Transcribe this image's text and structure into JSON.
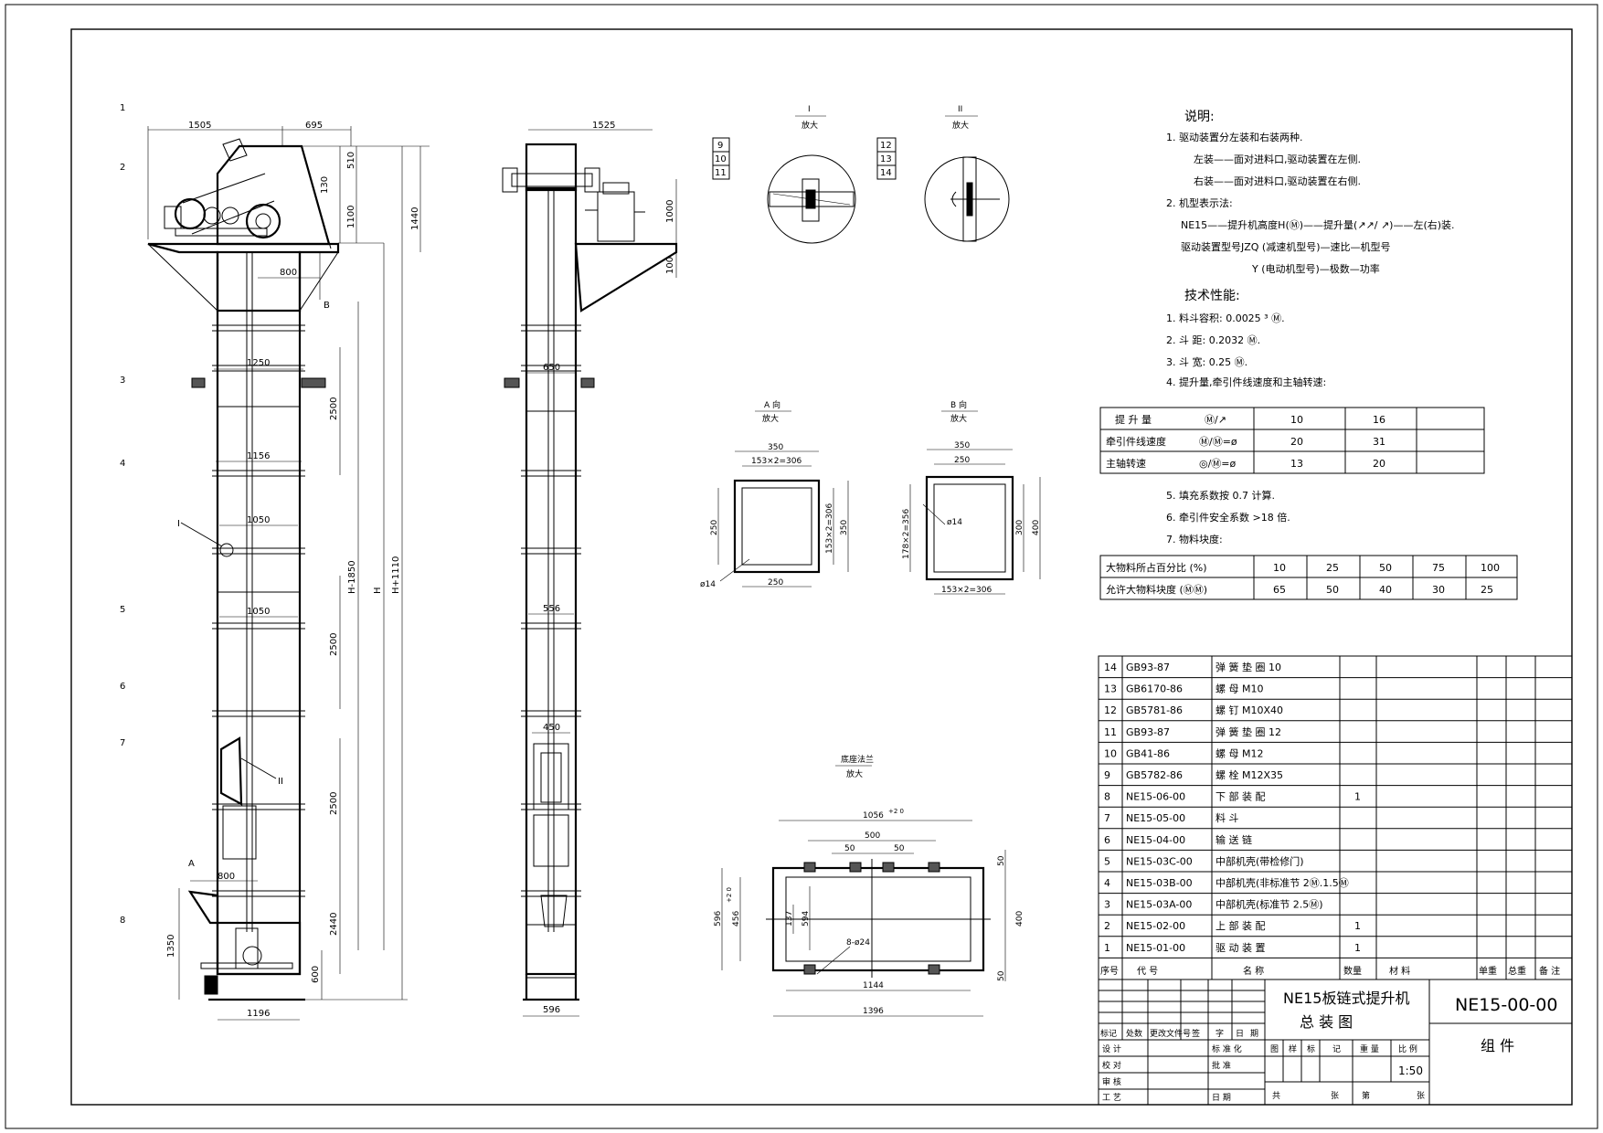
{
  "zones": [
    "1",
    "2",
    "3",
    "4",
    "5",
    "6",
    "7",
    "8"
  ],
  "front_view": {
    "dims": {
      "top_left": "1505",
      "top_right": "695",
      "d510": "510",
      "d1100": "1100",
      "d1440": "1440",
      "d130": "130",
      "d800a": "800",
      "d1250": "1250",
      "d1156": "1156",
      "d1050a": "1050",
      "d1050b": "1050",
      "d2500a": "2500",
      "d2500b": "2500",
      "d2500c": "2500",
      "h1850": "H-1850",
      "h": "H",
      "h1110": "H+1110",
      "d2440": "2440",
      "d600": "600",
      "d1350": "1350",
      "d800b": "800",
      "d1196": "1196"
    },
    "labels": {
      "b": "B",
      "a": "A",
      "i": "I",
      "ii": "II"
    }
  },
  "side_view": {
    "dims": {
      "d1525": "1525",
      "d1000": "1000",
      "d100": "100",
      "d650": "650",
      "d556": "556",
      "d450": "450",
      "d596": "596"
    }
  },
  "detail_i": {
    "title": "I",
    "sub": "放大"
  },
  "detail_ii": {
    "title": "II",
    "sub": "放大"
  },
  "callouts_left": [
    "9",
    "10",
    "11"
  ],
  "callouts_right": [
    "12",
    "13",
    "14"
  ],
  "view_a": {
    "title": "A 向",
    "sub": "放大",
    "d350": "350",
    "d153": "153×2=306",
    "d250v": "250",
    "d153v": "153×2=306",
    "d350v": "350",
    "d250b": "250",
    "hole": "ø14"
  },
  "view_b": {
    "title": "B 向",
    "sub": "放大",
    "d350": "350",
    "d250": "250",
    "d178": "178×2=356",
    "d300": "300",
    "d400": "400",
    "d153b": "153×2=306",
    "hole": "ø14"
  },
  "flange": {
    "title": "底座法兰",
    "sub": "放大",
    "d1056": "1056",
    "d1056tol": "+2 0",
    "d500": "500",
    "d50a": "50",
    "d50b": "50",
    "d596": "596",
    "d456": "456",
    "d456tol": "+2 0",
    "d137": "137",
    "d594": "594",
    "holes": "8-ø24",
    "d1144": "1144",
    "d1396": "1396",
    "r50a": "50",
    "r400": "400",
    "r50b": "50"
  },
  "notes": {
    "heading": "说明:",
    "lines": [
      "1. 驱动装置分左装和右装两种.",
      "左装——面对进料口,驱动装置在左侧.",
      "右装——面对进料口,驱动装置在右侧.",
      "2. 机型表示法:",
      "NE15——提升机高度H(Ⓜ)——提升量(↗↗/ ↗)——左(右)装.",
      "驱动装置型号JZQ (减速机型号)—速比—机型号",
      "Y (电动机型号)—极数—功率"
    ],
    "tech_heading": "技术性能:",
    "tech": [
      "1. 料斗容积: 0.0025 ³ Ⓜ.",
      "2. 斗 距: 0.2032 Ⓜ.",
      "3. 斗 宽: 0.25 Ⓜ.",
      "4. 提升量,牵引件线速度和主轴转速:"
    ],
    "tech2": [
      "5. 填充系数按 0.7 计算.",
      "6. 牵引件安全系数 >18 倍.",
      "7. 物料块度:"
    ]
  },
  "perf_table": {
    "rows": [
      {
        "label": "提 升 量",
        "unit": "Ⓜ/↗",
        "v": [
          "10",
          "16",
          ""
        ]
      },
      {
        "label": "牵引件线速度",
        "unit": "Ⓜ/Ⓜ=ø",
        "v": [
          "20",
          "31",
          ""
        ]
      },
      {
        "label": "主轴转速",
        "unit": "◎/Ⓜ=ø",
        "v": [
          "13",
          "20",
          ""
        ]
      }
    ]
  },
  "lump_table": {
    "rows": [
      {
        "label": "大物料所占百分比 (%)",
        "v": [
          "10",
          "25",
          "50",
          "75",
          "100"
        ]
      },
      {
        "label": "允许大物料块度 (ⓂⓂ)",
        "v": [
          "65",
          "50",
          "40",
          "30",
          "25"
        ]
      }
    ]
  },
  "parts": [
    {
      "no": "14",
      "code": "GB93-87",
      "name": "弹 簧 垫 圈  10",
      "qty": ""
    },
    {
      "no": "13",
      "code": "GB6170-86",
      "name": "螺 母        M10",
      "qty": ""
    },
    {
      "no": "12",
      "code": "GB5781-86",
      "name": "螺 钉     M10X40",
      "qty": ""
    },
    {
      "no": "11",
      "code": "GB93-87",
      "name": "弹 簧 垫 圈  12",
      "qty": ""
    },
    {
      "no": "10",
      "code": "GB41-86",
      "name": "螺 母        M12",
      "qty": ""
    },
    {
      "no": "9",
      "code": "GB5782-86",
      "name": "螺 栓     M12X35",
      "qty": ""
    },
    {
      "no": "8",
      "code": "NE15-06-00",
      "name": "下 部 装 配",
      "qty": "1"
    },
    {
      "no": "7",
      "code": "NE15-05-00",
      "name": "料 斗",
      "qty": ""
    },
    {
      "no": "6",
      "code": "NE15-04-00",
      "name": "输 送 链",
      "qty": ""
    },
    {
      "no": "5",
      "code": "NE15-03C-00",
      "name": "中部机壳(带检修门)",
      "qty": ""
    },
    {
      "no": "4",
      "code": "NE15-03B-00",
      "name": "中部机壳(非标准节 2Ⓜ.1.5Ⓜ",
      "qty": ""
    },
    {
      "no": "3",
      "code": "NE15-03A-00",
      "name": "中部机壳(标准节 2.5Ⓜ)",
      "qty": ""
    },
    {
      "no": "2",
      "code": "NE15-02-00",
      "name": "上 部 装 配",
      "qty": "1"
    },
    {
      "no": "1",
      "code": "NE15-01-00",
      "name": "驱 动 装 置",
      "qty": "1"
    }
  ],
  "parts_header": [
    "序号",
    "代        号",
    "名        称",
    "数量",
    "材        料",
    "单重",
    "总重",
    "备    注"
  ],
  "title_block": {
    "name1": "NE15板链式提升机",
    "name2": "总  装  图",
    "code": "NE15-00-00",
    "type": "组  件",
    "scale": "1:50",
    "change_row": [
      "标记",
      "处数",
      "更改文件号",
      "签",
      "字",
      "日",
      "期"
    ],
    "roles": [
      "设    计",
      "校    对",
      "审    核",
      "工    艺"
    ],
    "roles2": [
      "标 准 化",
      "批    准",
      "",
      "日    期"
    ],
    "cols": [
      "图",
      "样",
      "标",
      "记",
      "重 量",
      "比 例"
    ],
    "sheet": [
      "共",
      "张",
      "第",
      "张"
    ]
  }
}
